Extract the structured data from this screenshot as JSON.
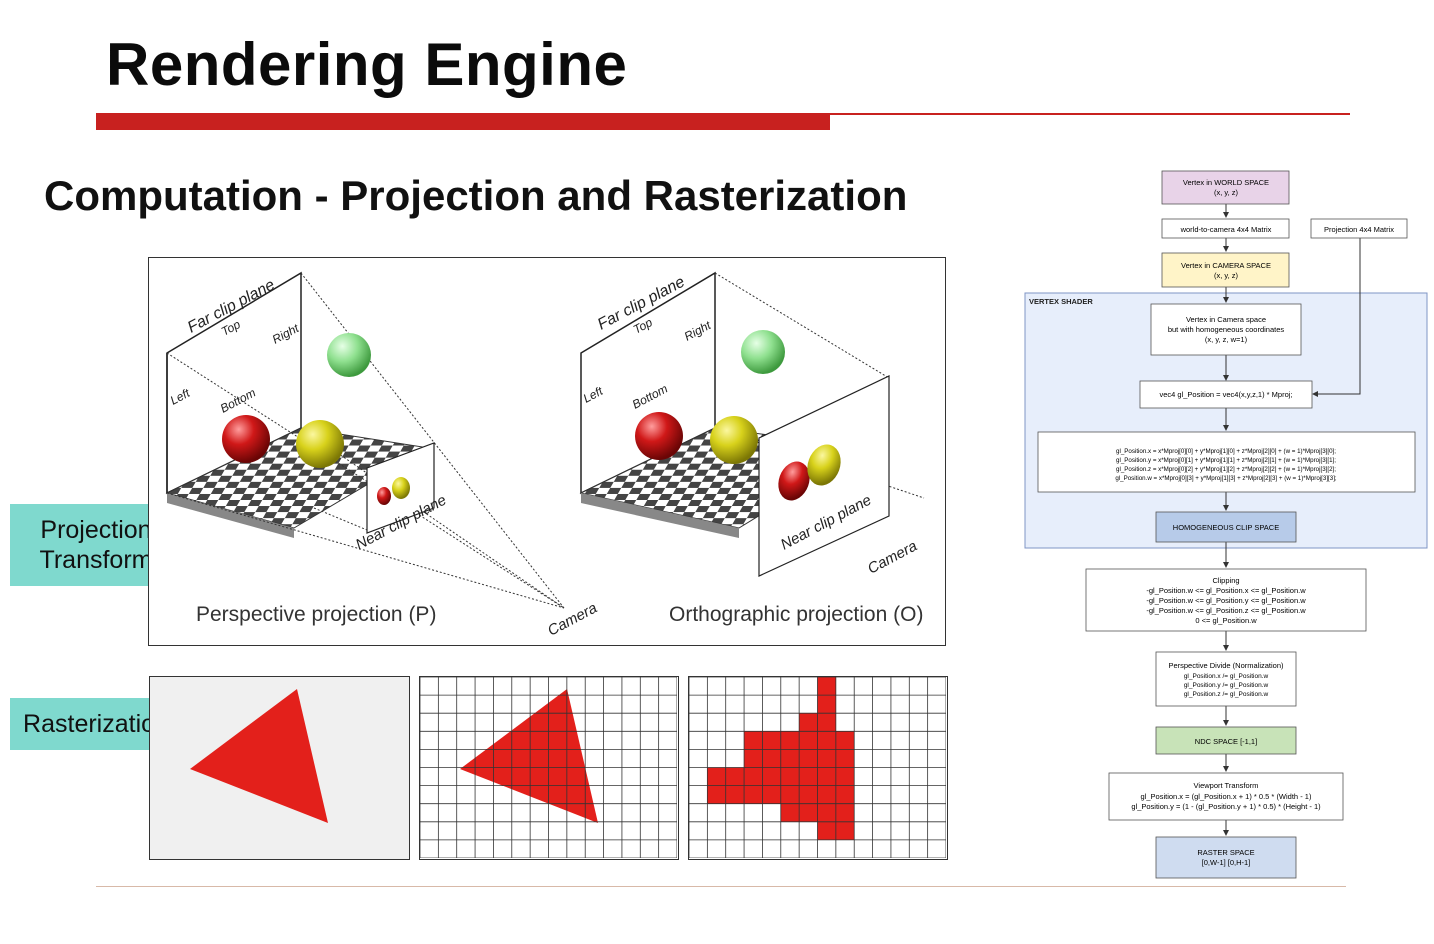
{
  "slide": {
    "title": "Rendering Engine",
    "subtitle": "Computation - Projection and Rasterization"
  },
  "tags": {
    "projection": "Projection Transform",
    "rasterization": "Rasterization"
  },
  "projection_figure": {
    "perspective": {
      "caption": "Perspective projection (P)",
      "far_plane": "Far clip plane",
      "top": "Top",
      "right": "Right",
      "left": "Left",
      "bottom": "Bottom",
      "near_plane": "Near clip plane",
      "camera": "Camera"
    },
    "orthographic": {
      "caption": "Orthographic projection (O)",
      "far_plane": "Far clip plane",
      "top": "Top",
      "right": "Right",
      "left": "Left",
      "bottom": "Bottom",
      "near_plane": "Near clip plane",
      "camera": "Camera"
    }
  },
  "flowchart": {
    "vertex_world": [
      "Vertex in WORLD SPACE",
      "(x, y, z)"
    ],
    "world_to_camera": "world-to-camera 4x4 Matrix",
    "projection_matrix": "Projection 4x4 Matrix",
    "vertex_camera": [
      "Vertex in CAMERA SPACE",
      "(x, y, z)"
    ],
    "vertex_shader_label": "VERTEX SHADER",
    "homogeneous": [
      "Vertex in Camera space",
      "but with homogeneous coordinates",
      "(x, y, z, w=1)"
    ],
    "gl_position": "vec4 gl_Position = vec4(x,y,z,1) * Mproj;",
    "matrix_lines": [
      "gl_Position.x = x*Mproj[0][0] + y*Mproj[1][0] + z*Mproj[2][0] + (w = 1)*Mproj[3][0];",
      "gl_Position.y = x*Mproj[0][1] + y*Mproj[1][1] + z*Mproj[2][1] + (w = 1)*Mproj[3][1];",
      "gl_Position.z = x*Mproj[0][2] + y*Mproj[1][2] + z*Mproj[2][2] + (w = 1)*Mproj[3][2];",
      "gl_Position.w = x*Mproj[0][3] + y*Mproj[1][3] + z*Mproj[2][3] + (w = 1)*Mproj[3][3];"
    ],
    "clip_space": "HOMOGENEOUS CLIP SPACE",
    "clipping": [
      "Clipping",
      "-gl_Position.w  <= gl_Position.x <= gl_Position.w",
      "-gl_Position.w  <= gl_Position.y <= gl_Position.w",
      "-gl_Position.w  <= gl_Position.z <= gl_Position.w",
      "0 <= gl_Position.w"
    ],
    "perspective_divide": [
      "Perspective Divide (Normalization)",
      "gl_Position.x /= gl_Position.w",
      "gl_Position.y /= gl_Position.w",
      "gl_Position.z /= gl_Position.w"
    ],
    "ndc_space": "NDC SPACE [-1,1]",
    "viewport": [
      "Viewport Transform",
      "gl_Position.x = (gl_Position.x + 1) * 0.5 * (Width - 1)",
      "gl_Position.y = (1 - (gl_Position.y + 1) * 0.5) * (Height - 1)"
    ],
    "raster_space": [
      "RASTER SPACE",
      "[0,W-1] [0,H-1]"
    ]
  },
  "colors": {
    "accent_red": "#c8211f",
    "tag_teal": "#7fd9ce",
    "triangle_red": "#e3201b",
    "world_box": "#e8d3e8",
    "camera_box": "#fff4c8",
    "shader_bg": "#e7eefb",
    "clip_box": "#b7cbe9",
    "ndc_box": "#c8e3b8",
    "raster_box": "#cfdcf0"
  }
}
